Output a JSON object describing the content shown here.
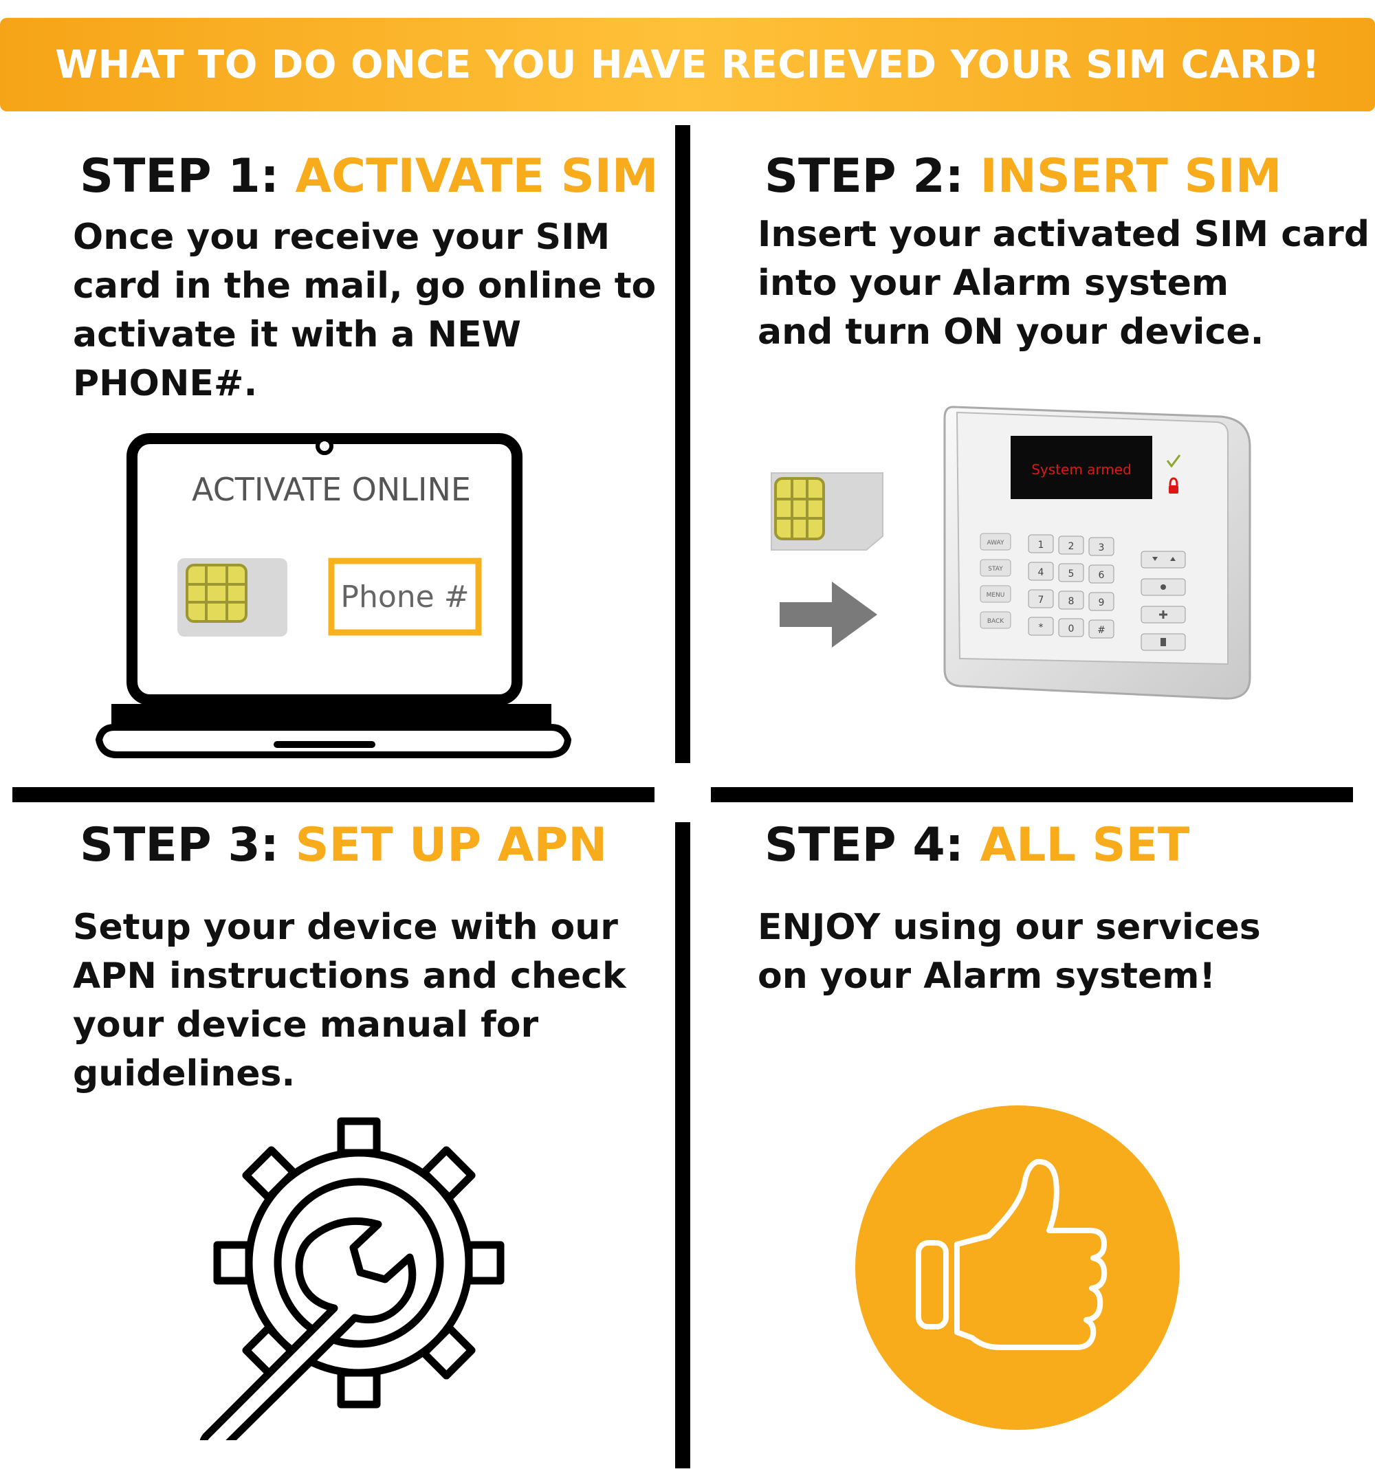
{
  "banner": {
    "title": "WHAT TO DO ONCE YOU HAVE RECIEVED YOUR SIM CARD!"
  },
  "steps": [
    {
      "number": "STEP 1:",
      "name": "ACTIVATE SIM",
      "lines": [
        "Once you receive your SIM",
        "card in the mail, go online to",
        "activate it with a NEW",
        "PHONE#."
      ]
    },
    {
      "number": "STEP 2:",
      "name": "INSERT SIM",
      "lines": [
        "Insert your activated SIM card",
        "into your Alarm system",
        "and turn ON your device."
      ]
    },
    {
      "number": "STEP 3:",
      "name": "SET UP APN",
      "lines": [
        "Setup your device with our",
        "APN instructions and check",
        "your device manual for",
        "guidelines."
      ]
    },
    {
      "number": "STEP 4:",
      "name": "ALL SET",
      "lines": [
        "ENJOY using our services",
        "on your Alarm system!"
      ]
    }
  ],
  "laptop": {
    "screen_title": "ACTIVATE ONLINE",
    "phone_field": "Phone #"
  },
  "keypad": {
    "display": "System armed",
    "side_keys": [
      "AWAY",
      "STAY",
      "MENU",
      "BACK"
    ],
    "number_keys": [
      [
        "1",
        "2",
        "3"
      ],
      [
        "4",
        "5",
        "6"
      ],
      [
        "7",
        "8",
        "9"
      ],
      [
        "*",
        "0",
        "#"
      ]
    ]
  },
  "colors": {
    "accent": "#f8ac1c",
    "banner": "#fbb32a",
    "text": "#111111",
    "divider": "#000000"
  },
  "icons": [
    "laptop-icon",
    "sim-card-icon",
    "arrow-right-icon",
    "alarm-keypad-icon",
    "gear-wrench-icon",
    "thumbs-up-icon"
  ]
}
